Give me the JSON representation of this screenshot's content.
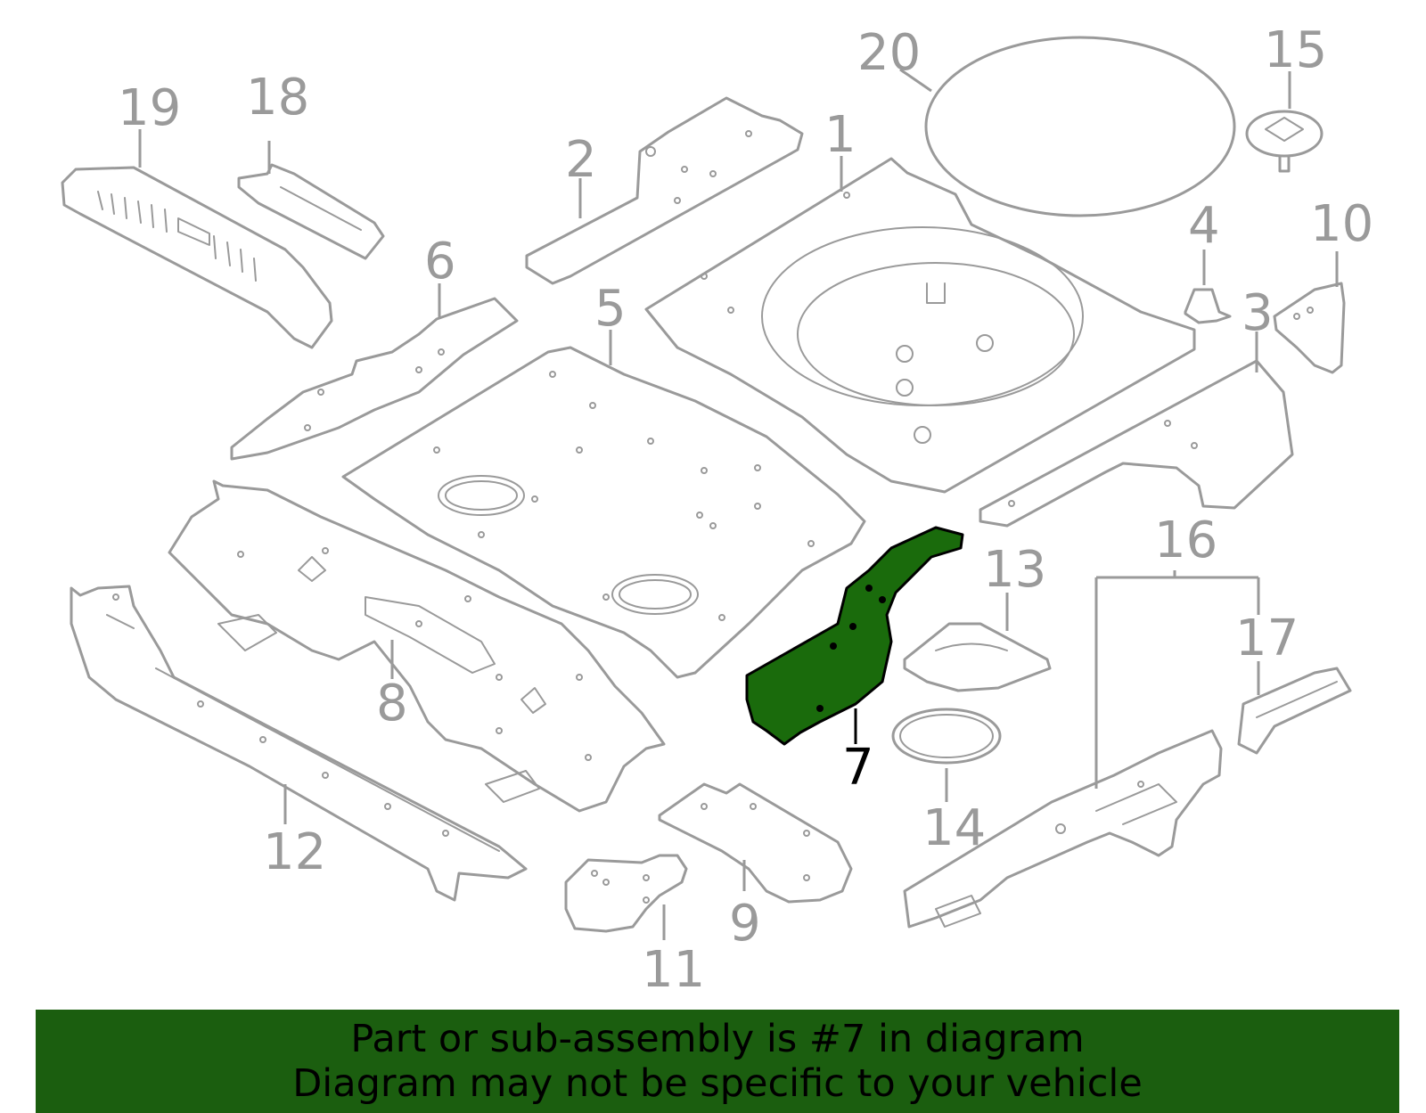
{
  "callouts": {
    "c1": "1",
    "c2": "2",
    "c3": "3",
    "c4": "4",
    "c5": "5",
    "c6": "6",
    "c7": "7",
    "c8": "8",
    "c9": "9",
    "c10": "10",
    "c11": "11",
    "c12": "12",
    "c13": "13",
    "c14": "14",
    "c15": "15",
    "c16": "16",
    "c17": "17",
    "c18": "18",
    "c19": "19",
    "c20": "20"
  },
  "highlighted_part": "7",
  "colors": {
    "highlight_fill": "#1a6b0c",
    "banner_bg": "#1b5e0f",
    "line_gray": "#9a9a9a"
  },
  "banner": {
    "line1": "Part or sub-assembly is #7 in diagram",
    "line2": "Diagram may not be specific to your vehicle"
  }
}
